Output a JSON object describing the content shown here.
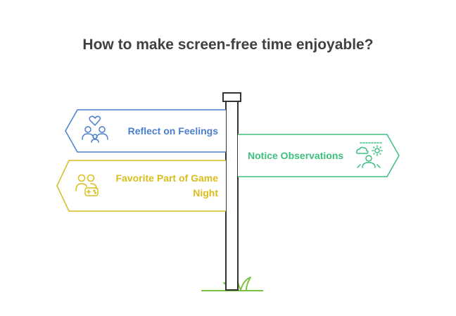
{
  "title": "How to make screen-free time enjoyable?",
  "signs": [
    {
      "label": "Reflect on Feelings",
      "icon": "heart-people-icon",
      "color": "#4a7fd0"
    },
    {
      "label": "Notice Observations",
      "icon": "person-weather-icon",
      "color": "#3cbf7e"
    },
    {
      "label": "Favorite Part of Game Night",
      "icon": "people-gamepad-icon",
      "color": "#d9bd1b"
    }
  ],
  "colors": {
    "post": "#333333",
    "grass": "#7cc242",
    "title": "#404040"
  }
}
